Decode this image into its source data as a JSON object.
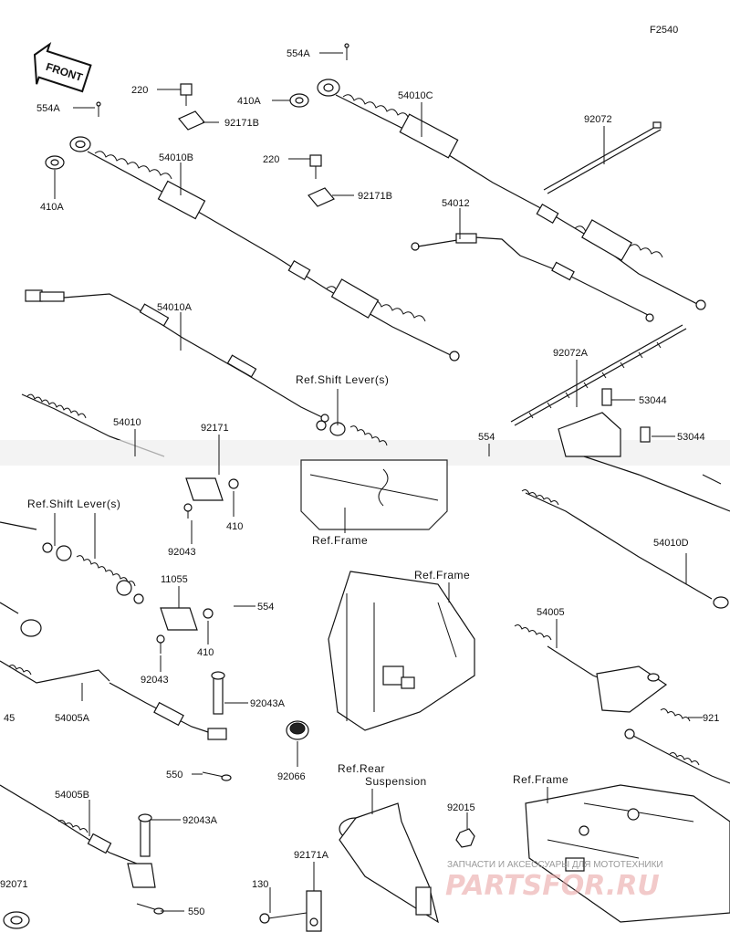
{
  "figure_code": "F2540",
  "front_badge": "FRONT",
  "watermark": {
    "caption": "ЗАПЧАСТИ И АКСЕССУАРЫ ДЛЯ МОТОТЕХНИКИ",
    "brand": "PARTSFOR.RU"
  },
  "references": {
    "shift_lever_top": "Ref.Shift Lever(s)",
    "shift_lever_left": "Ref.Shift Lever(s)",
    "frame_a": "Ref.Frame",
    "frame_b": "Ref.Frame",
    "frame_c": "Ref.Frame",
    "rear_suspension_1": "Ref.Rear",
    "rear_suspension_2": "Suspension"
  },
  "parts": {
    "p554A_top": "554A",
    "p554A_left": "554A",
    "p220_a": "220",
    "p220_b": "220",
    "p410A_a": "410A",
    "p410A_b": "410A",
    "p92171B_a": "92171B",
    "p92171B_b": "92171B",
    "p54010C": "54010C",
    "p54010B": "54010B",
    "p54010A": "54010A",
    "p54010": "54010",
    "p54010D": "54010D",
    "p54012": "54012",
    "p92072": "92072",
    "p92072A": "92072A",
    "p53044_a": "53044",
    "p53044_b": "53044",
    "p554_a": "554",
    "p554_b": "554",
    "p92171": "92171",
    "p410_a": "410",
    "p410_b": "410",
    "p92043_a": "92043",
    "p92043_b": "92043",
    "p11055": "11055",
    "p92043A_a": "92043A",
    "p92043A_b": "92043A",
    "p550_a": "550",
    "p550_b": "550",
    "p54005A": "54005A",
    "p54005B": "54005B",
    "p54005": "54005",
    "p45": "45",
    "p92066": "92066",
    "p92015": "92015",
    "p92171A": "92171A",
    "p130": "130",
    "p92071": "92071",
    "p921": "921"
  }
}
